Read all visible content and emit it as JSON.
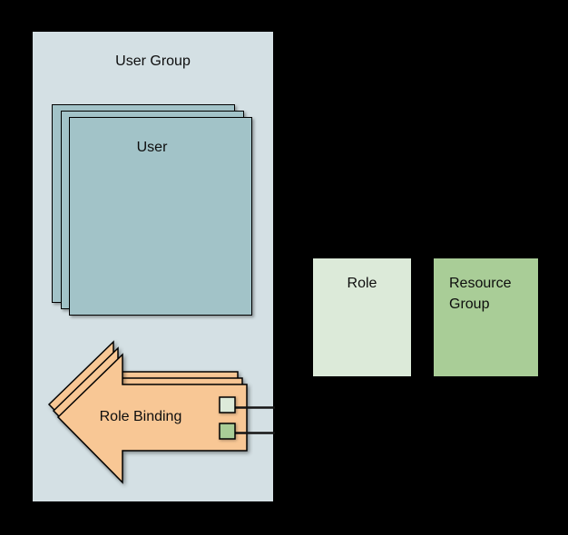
{
  "user_group": {
    "label": "User Group"
  },
  "user_stack": {
    "label": "User"
  },
  "role_binding": {
    "label": "Role Binding"
  },
  "role_box": {
    "label": "Role"
  },
  "resource_group_box": {
    "label": "Resource Group"
  },
  "colors": {
    "background": "#000000",
    "user_group_fill": "#d4e0e4",
    "user_fill": "#a2c3c8",
    "role_binding_fill": "#f8c795",
    "role_fill": "#dcead9",
    "resource_group_fill": "#a9cd97",
    "stroke": "#000000",
    "connector": "#141414"
  }
}
